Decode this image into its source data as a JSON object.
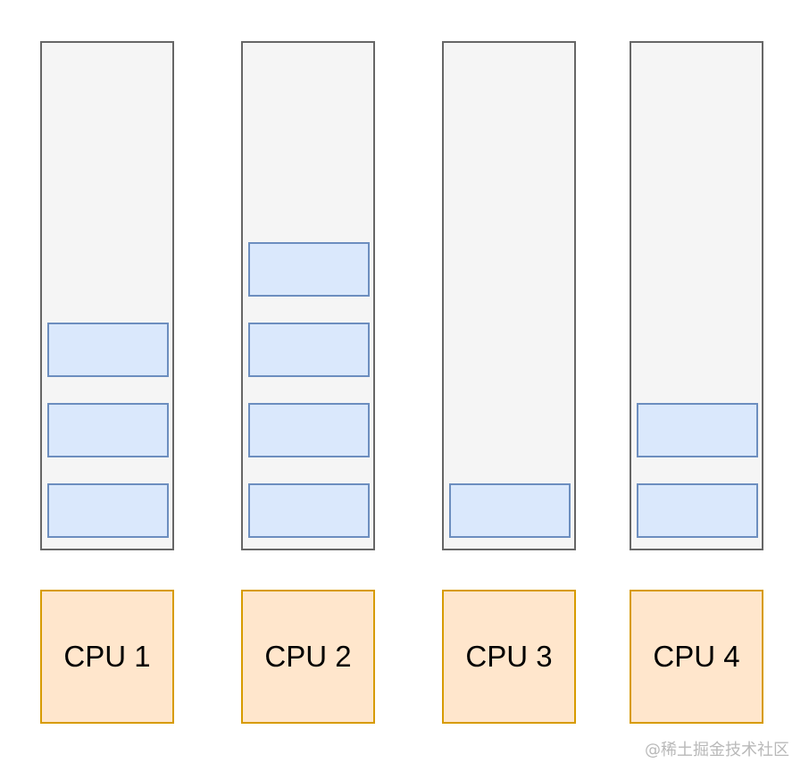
{
  "diagram": {
    "columns": [
      {
        "id": "cpu-1",
        "cpu_label": "CPU 1",
        "task_count": 3
      },
      {
        "id": "cpu-2",
        "cpu_label": "CPU 2",
        "task_count": 4
      },
      {
        "id": "cpu-3",
        "cpu_label": "CPU 3",
        "task_count": 1
      },
      {
        "id": "cpu-4",
        "cpu_label": "CPU 4",
        "task_count": 2
      }
    ]
  },
  "colors": {
    "queue_fill": "#f5f5f5",
    "queue_stroke": "#666666",
    "task_fill": "#dae8fc",
    "task_stroke": "#6c8ebf",
    "cpu_fill": "#ffe6cc",
    "cpu_stroke": "#d79b00"
  },
  "watermark": {
    "text": "@稀土掘金技术社区"
  }
}
